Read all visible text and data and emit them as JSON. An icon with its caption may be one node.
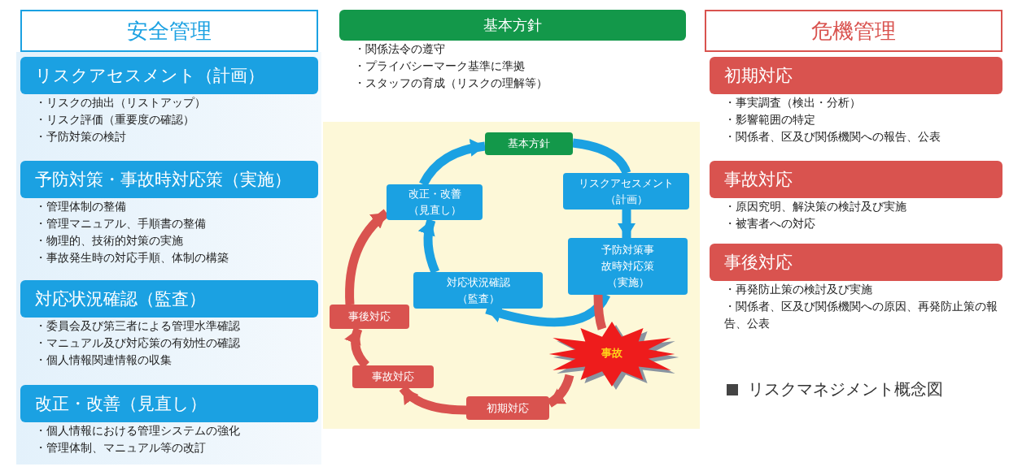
{
  "diagram": {
    "nodes": [
      {
        "text": [
          "安全管理"
        ]
      },
      {
        "text": [
          "リスクアセスメント（計画）",
          "・リスクの抽出（リストアップ）",
          "・リスク評価（重要度の確認）",
          "・予防対策の検討"
        ]
      },
      {
        "text": [
          "予防対策・事故時対応策（実施）",
          "・管理体制の整備",
          "・管理マニュアル、手順書の整備",
          "・物理的、技術的対策の実施",
          "・事故発生時の対応手順、体制の構築"
        ]
      },
      {
        "text": [
          "対応状況確認（監査）",
          "・委員会及び第三者による管理水準確認",
          "・マニュアル及び対応策の有効性の確認",
          "・個人情報関連情報の収集"
        ]
      },
      {
        "text": [
          "改正・改善（見直し）",
          "・個人情報における管理システムの強化",
          "・管理体制、マニュアル等の改訂"
        ]
      },
      {
        "text": [
          "基本方針",
          "・関係法令の遵守",
          "・プライバシーマーク基準に準拠",
          "・スタッフの育成（リスクの理解等）"
        ]
      },
      {
        "text": [
          "基本方針"
        ]
      },
      {
        "text": [
          "リスクアセスメント（計画）"
        ]
      },
      {
        "text": [
          "改正・改善（見直し）"
        ]
      },
      {
        "text": [
          "予防対策事故時対応策（実施）"
        ]
      },
      {
        "text": [
          "対応状況確認（監査）"
        ]
      },
      {
        "text": [
          "事後対応"
        ]
      },
      {
        "text": [
          "事故"
        ]
      },
      {
        "text": [
          "事故対応"
        ]
      },
      {
        "text": [
          "初期対応"
        ]
      },
      {
        "text": [
          "危機管理"
        ]
      },
      {
        "text": [
          "初期対応",
          "・事実調査（検出・分析）",
          "・影響範囲の特定",
          "・関係者、区及び関係機関への報告、公表"
        ]
      },
      {
        "text": [
          "事故対応",
          "・原因究明、解決策の検討及び実施",
          "・被害者への対応"
        ]
      },
      {
        "text": [
          "事後対応",
          "・再発防止策の検討及び実施",
          "・関係者、区及び関係機関への原因、再発防止策の報告、公表"
        ]
      }
    ],
    "edges": [
      {
        "from": 6,
        "to": 7,
        "arrow": "none"
      },
      {
        "from": 7,
        "to": 9,
        "arrow": "to"
      },
      {
        "from": 9,
        "to": 10,
        "arrow": "to"
      },
      {
        "from": 10,
        "to": 8,
        "arrow": "to"
      },
      {
        "from": 8,
        "to": 6,
        "arrow": "to"
      },
      {
        "from": 9,
        "to": 12,
        "arrow": "none",
        "color": "#d9534f"
      },
      {
        "from": 12,
        "to": 14,
        "arrow": "to",
        "color": "#d9534f"
      },
      {
        "from": 14,
        "to": 13,
        "arrow": "to",
        "color": "#d9534f"
      },
      {
        "from": 13,
        "to": 11,
        "arrow": "to",
        "color": "#d9534f"
      },
      {
        "from": 11,
        "to": 8,
        "arrow": "to",
        "color": "#d9534f"
      }
    ],
    "labels": [
      "リスクマネジメント概念図"
    ]
  }
}
